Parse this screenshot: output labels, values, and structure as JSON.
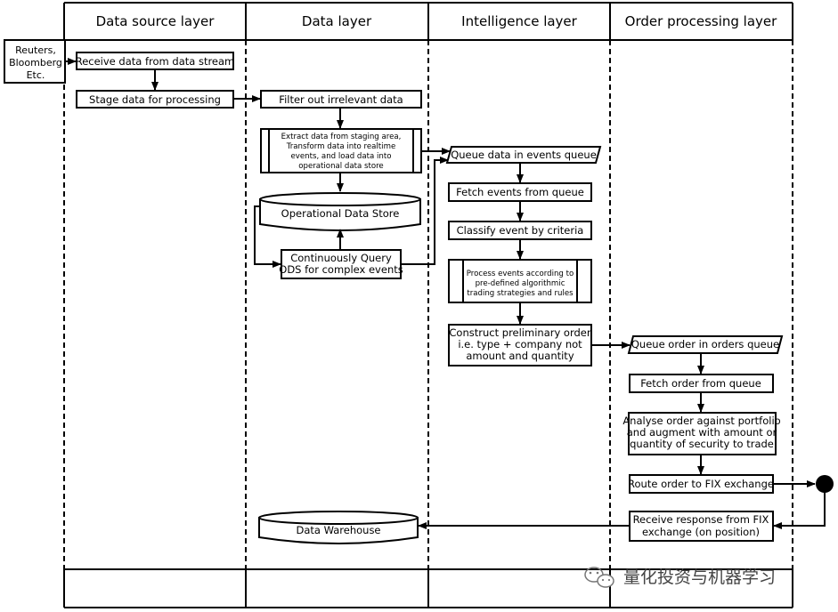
{
  "lanes": {
    "source": "Data source layer",
    "data": "Data layer",
    "intelligence": "Intelligence layer",
    "order": "Order processing layer"
  },
  "source_box": [
    "Reuters,",
    "Bloomberg",
    "Etc."
  ],
  "source_layer": {
    "receive": "Receive data from data stream",
    "stage": "Stage data for processing"
  },
  "data_layer": {
    "filter": "Filter out irrelevant data",
    "etl": [
      "Extract data from staging area,",
      "Transform data into realtime",
      "events, and load data into",
      "operational data store"
    ],
    "ods": "Operational Data Store",
    "query": [
      "Continuously Query",
      "ODS for complex events"
    ],
    "warehouse": "Data Warehouse"
  },
  "intelligence_layer": {
    "queue": "Queue data in events queue",
    "fetch": "Fetch events from queue",
    "classify": "Classify event by criteria",
    "process": [
      "Process events according to",
      "pre-defined algorithmic",
      "trading strategies and rules"
    ],
    "construct": [
      "Construct preliminary order",
      "i.e. type + company not",
      "amount and quantity"
    ]
  },
  "order_layer": {
    "queue": "Queue order in orders queue",
    "fetch": "Fetch order from queue",
    "analyse": [
      "Analyse order against portfolio",
      "and augment with amount or",
      "quantity of security to trade"
    ],
    "route": "Route order to FIX exchange",
    "receive": [
      "Receive response from FIX",
      "exchange (on position)"
    ]
  },
  "watermark": "量化投资与机器学习"
}
